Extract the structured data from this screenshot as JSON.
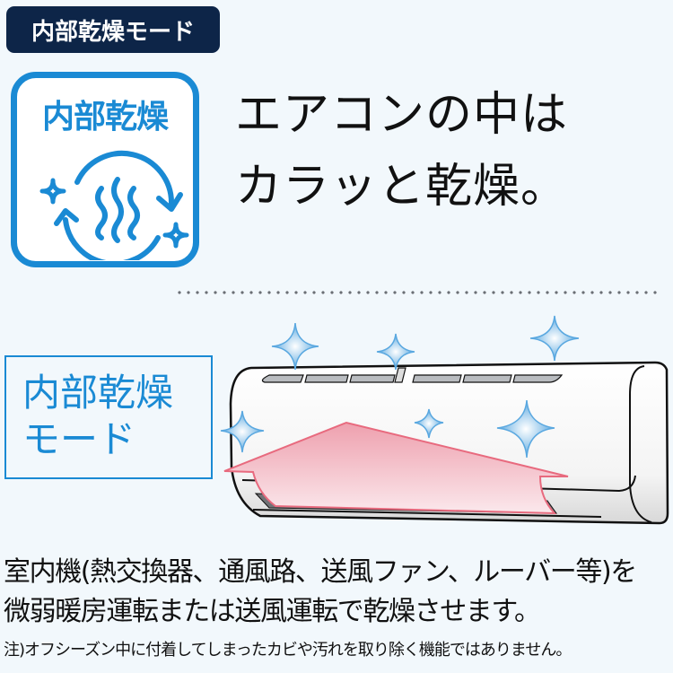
{
  "badge": {
    "label": "内部乾燥モード"
  },
  "icon_card": {
    "title": "内部乾燥",
    "icon": "drying-cycle-icon"
  },
  "headline": {
    "line1": "エアコンの中は",
    "line2": "カラッと乾燥。"
  },
  "mode_box": {
    "line1": "内部乾燥",
    "line2": "モード"
  },
  "illustration": {
    "icon": "air-conditioner-icon",
    "sparkles": "sparkle-icon",
    "airflow": "warm-airflow-arrow"
  },
  "description": {
    "line1": "室内機(熱交換器、通風路、送風ファン、ルーバー等)を",
    "line2": "微弱暖房運転または送風運転で乾燥させます。"
  },
  "note": "注)オフシーズン中に付着してしまったカビや汚れを取り除く機能ではありません。",
  "colors": {
    "background": "#f2f8fc",
    "badge_bg": "#0d2548",
    "accent_blue": "#1a8ad4",
    "airflow_pink": "#e86a7e",
    "sparkle_blue": "#5aa8e0"
  }
}
